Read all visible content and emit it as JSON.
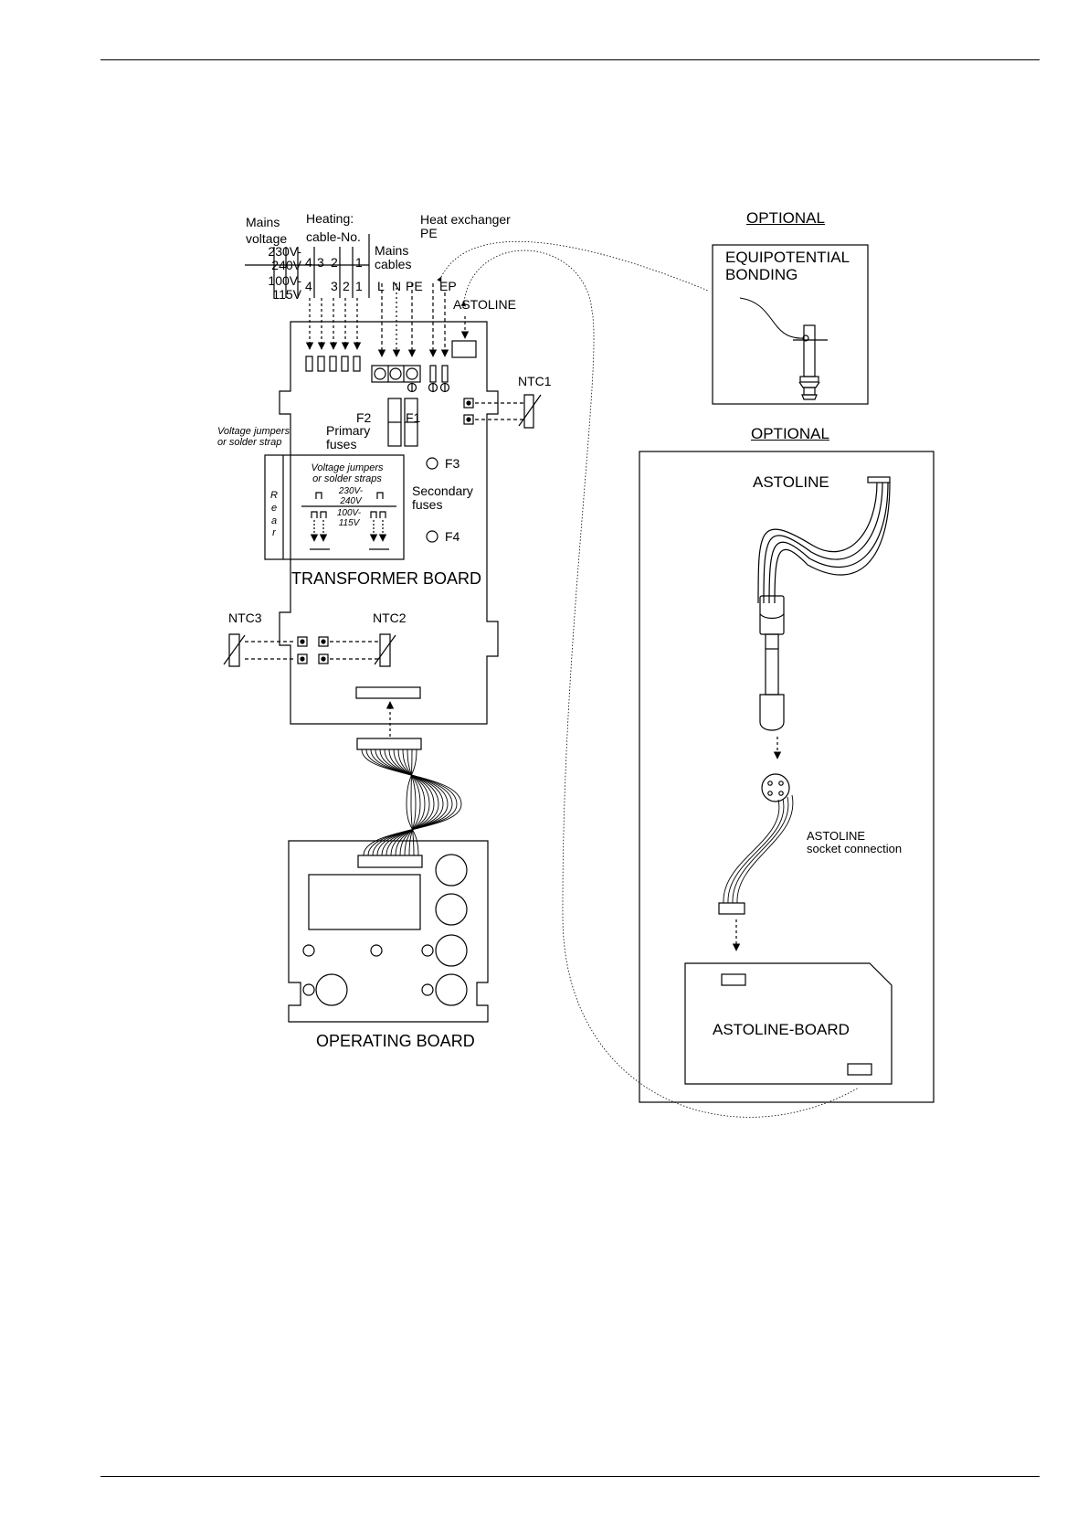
{
  "left": {
    "mains_voltage": [
      "Mains",
      "voltage"
    ],
    "heating": [
      "Heating:",
      "cable-No."
    ],
    "v230": [
      "230V-",
      "240V"
    ],
    "v100": [
      "100V-",
      "115V"
    ],
    "cable_row1": [
      "4",
      "3",
      "2",
      "1"
    ],
    "cable_row2": [
      "4",
      "3",
      "2",
      "1"
    ],
    "mains_cables": [
      "Mains",
      "cables"
    ],
    "terminals": [
      "L",
      "N",
      "PE",
      "EP"
    ],
    "heat_exchanger": [
      "Heat exchanger",
      "PE"
    ],
    "astoline": "ASTOLINE",
    "ntc1": "NTC1",
    "ntc2": "NTC2",
    "ntc3": "NTC3",
    "f1": "F1",
    "f2": "F2",
    "f3": "F3",
    "f4": "F4",
    "primary_fuses": [
      "Primary",
      "fuses"
    ],
    "secondary_fuses": [
      "Secondary",
      "fuses"
    ],
    "voltage_jumpers_side": [
      "Voltage jumpers",
      "or solder strap"
    ],
    "inset_title": [
      "Voltage jumpers",
      "or solder straps"
    ],
    "inset_230": [
      "230V-",
      "240V"
    ],
    "inset_100": [
      "100V-",
      "115V"
    ],
    "rear": [
      "R",
      "e",
      "a",
      "r"
    ],
    "transformer_board": "TRANSFORMER BOARD",
    "operating_board": "OPERATING BOARD"
  },
  "right": {
    "optional_top": "OPTIONAL",
    "equipotential": [
      "EQUIPOTENTIAL",
      "BONDING"
    ],
    "optional_bottom": "OPTIONAL",
    "astoline": "ASTOLINE",
    "socket_connection": [
      "ASTOLINE",
      "socket connection"
    ],
    "astoline_board": "ASTOLINE-BOARD"
  }
}
